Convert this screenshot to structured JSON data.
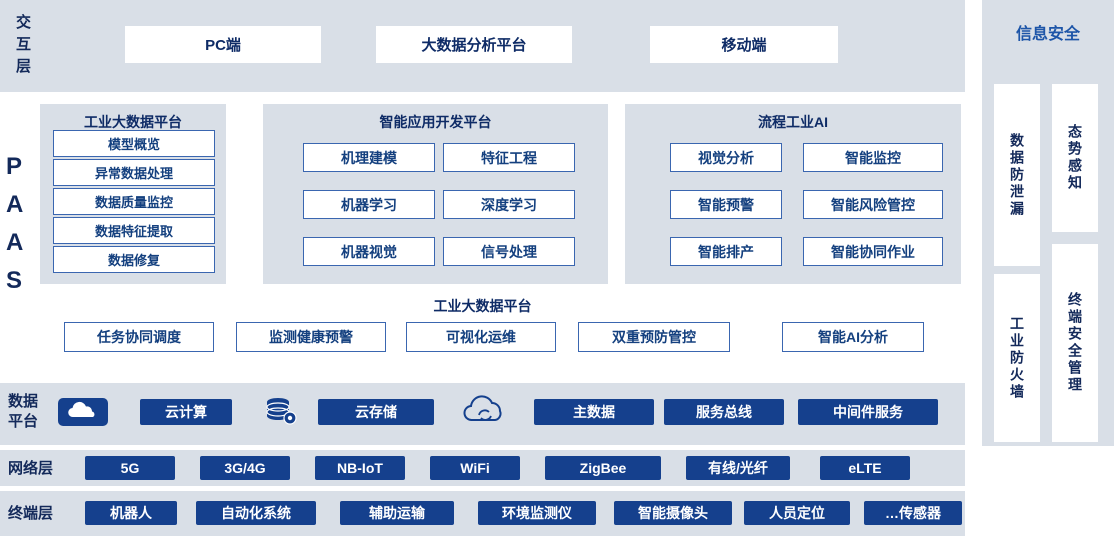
{
  "colors": {
    "band_bg": "#d9dfe7",
    "button_blue": "#15408d",
    "navy_text": "#0e2b66",
    "box_border": "#3a66b0",
    "security_title_blue": "#1d55a8"
  },
  "interaction": {
    "label": "交互层",
    "items": [
      "PC端",
      "大数据分析平台",
      "移动端"
    ]
  },
  "paas": {
    "label": "PAAS",
    "panel1": {
      "title": "工业大数据平台",
      "items": [
        "模型概览",
        "异常数据处理",
        "数据质量监控",
        "数据特征提取",
        "数据修复"
      ]
    },
    "panel2": {
      "title": "智能应用开发平台",
      "items": [
        "机理建模",
        "特征工程",
        "机器学习",
        "深度学习",
        "机器视觉",
        "信号处理"
      ]
    },
    "panel3": {
      "title": "流程工业AI",
      "items": [
        "视觉分析",
        "智能监控",
        "智能预警",
        "智能风险管控",
        "智能排产",
        "智能协同作业"
      ]
    },
    "bottom": {
      "title": "工业大数据平台",
      "items": [
        "任务协同调度",
        "监测健康预警",
        "可视化运维",
        "双重预防管控",
        "智能AI分析"
      ]
    }
  },
  "data_platform": {
    "label": "数据平台",
    "icons": [
      "cloud-computing-icon",
      "database-icon",
      "cloud-sync-icon"
    ],
    "items": [
      "云计算",
      "云存储",
      "主数据",
      "服务总线",
      "中间件服务"
    ]
  },
  "network": {
    "label": "网络层",
    "items": [
      "5G",
      "3G/4G",
      "NB-IoT",
      "WiFi",
      "ZigBee",
      "有线/光纤",
      "eLTE"
    ]
  },
  "terminal": {
    "label": "终端层",
    "items": [
      "机器人",
      "自动化系统",
      "辅助运输",
      "环境监测仪",
      "智能摄像头",
      "人员定位",
      "…传感器"
    ]
  },
  "security": {
    "title": "信息安全",
    "items": [
      "数据防泄漏",
      "态势感知",
      "工业防火墙",
      "终端安全管理"
    ]
  }
}
